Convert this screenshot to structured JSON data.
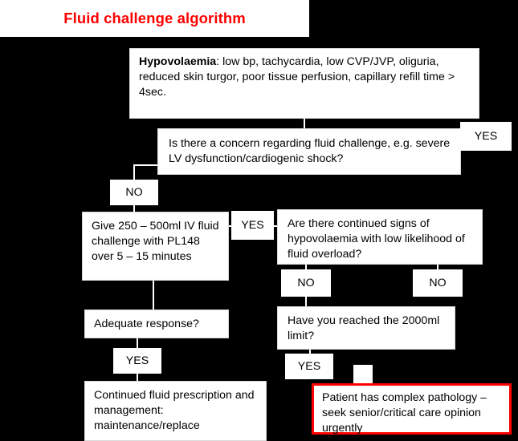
{
  "title": {
    "text": "Fluid challenge algorithm",
    "color": "#ff0000"
  },
  "colors": {
    "background": "#000000",
    "node_fill": "#ffffff",
    "node_text": "#000000",
    "accent": "#ff0000"
  },
  "nodes": {
    "hypovolaemia": {
      "lead": "Hypovolaemia",
      "body": ": low bp, tachycardia, low CVP/JVP, oliguria, reduced skin turgor, poor tissue perfusion, capillary refill time > 4sec."
    },
    "concern_question": {
      "text": "Is there a concern regarding fluid challenge, e.g. severe LV dysfunction/cardiogenic shock?"
    },
    "fluid_challenge": {
      "text": "Give 250 – 500ml IV fluid challenge with PL148 over 5 – 15 minutes"
    },
    "continued_signs": {
      "text": "Are there continued signs of hypovolaemia with low likelihood of fluid overload?"
    },
    "adequate_response": {
      "text": "Adequate response?"
    },
    "limit_question": {
      "text": "Have you reached the 2000ml limit?"
    },
    "continued_prescription": {
      "text": "Continued fluid prescription and management: maintenance/replace"
    },
    "complex_pathology": {
      "text": "Patient has complex pathology – seek senior/critical care opinion urgently"
    }
  },
  "edge_labels": {
    "yes_concern": "YES",
    "no_concern": "NO",
    "yes_fluid": "YES",
    "no_signs_left": "NO",
    "no_signs_right": "NO",
    "yes_adequate": "YES",
    "yes_limit": "YES"
  }
}
